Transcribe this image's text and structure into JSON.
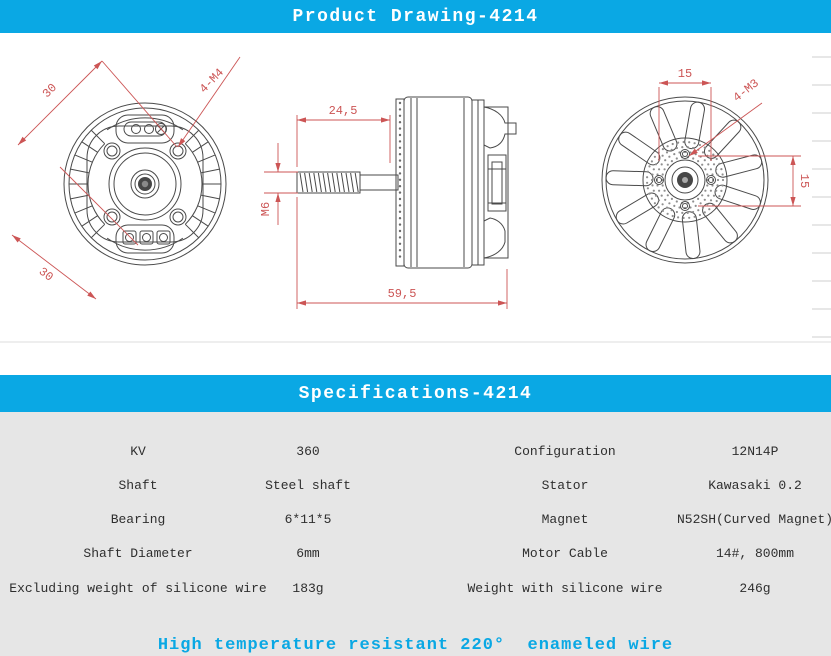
{
  "colors": {
    "accent": "#0aa8e4",
    "dim_red": "#cc5555",
    "panel_bg": "#e6e6e6",
    "banner_text": "#ffffff"
  },
  "banners": {
    "drawing_title": "Product Drawing-4214",
    "specs_title": "Specifications-4214"
  },
  "drawing": {
    "front_view": {
      "dim_diag_top": "30",
      "dim_diag_bottom": "30",
      "dim_screw_callout": "4-M4"
    },
    "side_view": {
      "dim_shaft_length": "24,5",
      "dim_shaft_thread": "M6",
      "dim_total_length": "59,5"
    },
    "rear_view": {
      "dim_hole_pitch_top": "15",
      "dim_hole_pitch_right": "15",
      "dim_screw_callout": "4-M3"
    }
  },
  "specs": {
    "rows": [
      {
        "cells": [
          "KV",
          "360",
          "Configuration",
          "12N14P"
        ]
      },
      {
        "cells": [
          "Shaft",
          "Steel shaft",
          "Stator",
          "Kawasaki 0.2"
        ]
      },
      {
        "cells": [
          "Bearing",
          "6*11*5",
          "Magnet",
          "N52SH(Curved Magnet)"
        ]
      },
      {
        "cells": [
          "Shaft Diameter",
          "6mm",
          "Motor Cable",
          "14#, 800mm"
        ]
      },
      {
        "cells": [
          "Excluding weight of silicone wire",
          "183g",
          "Weight with silicone wire",
          "246g"
        ]
      }
    ]
  },
  "footer": {
    "note": "High temperature resistant 220°  enameled wire"
  }
}
